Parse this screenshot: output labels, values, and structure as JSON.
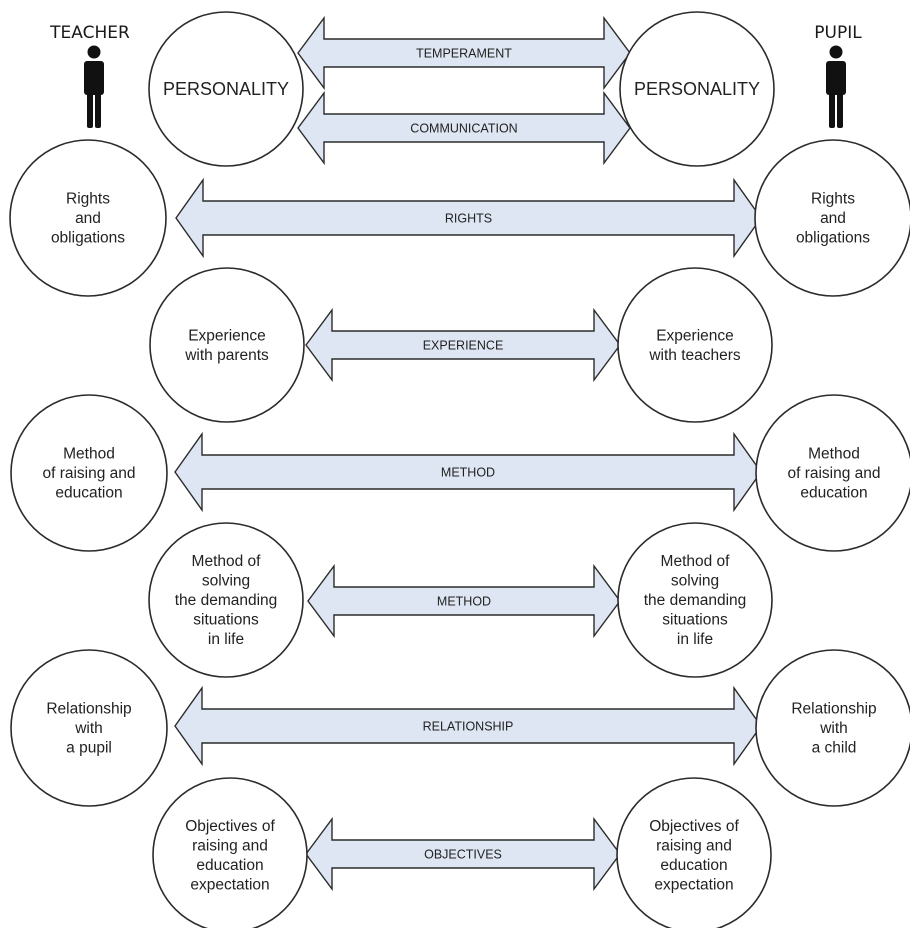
{
  "titles": {
    "teacher": "TEACHER",
    "pupil": "PUPIL"
  },
  "nodes": {
    "teacher_personality": [
      "PERSONALITY"
    ],
    "pupil_personality": [
      "PERSONALITY"
    ],
    "teacher_rights": [
      "Rights",
      "and",
      "obligations"
    ],
    "pupil_rights": [
      "Rights",
      "and",
      "obligations"
    ],
    "teacher_experience": [
      "Experience",
      "with parents"
    ],
    "pupil_experience": [
      "Experience",
      "with teachers"
    ],
    "teacher_method_raising": [
      "Method",
      "of  raising and",
      "education"
    ],
    "pupil_method_raising": [
      "Method",
      "of raising and",
      "education"
    ],
    "teacher_method_solving": [
      "Method of",
      "solving",
      "the demanding",
      "situations",
      "in life"
    ],
    "pupil_method_solving": [
      "Method of",
      "solving",
      "the demanding",
      "situations",
      "in life"
    ],
    "teacher_relationship": [
      "Relationship",
      "with",
      "a pupil"
    ],
    "pupil_relationship": [
      "Relationship",
      "with",
      "a child"
    ],
    "teacher_objectives": [
      "Objectives of",
      "raising and",
      "education",
      "expectation"
    ],
    "pupil_objectives": [
      "Objectives of",
      "raising and",
      "education",
      "expectation"
    ]
  },
  "arrows": {
    "temperament": "TEMPERAMENT",
    "communication": "COMMUNICATION",
    "rights": "RIGHTS",
    "experience": "EXPERIENCE",
    "method_raising": "METHOD",
    "method_solving": "METHOD",
    "relationship": "RELATIONSHIP",
    "objectives": "OBJECTIVES"
  },
  "colors": {
    "arrow_fill": "#dde6f2",
    "outline": "#2b2b2b",
    "person_icon": "#111111"
  },
  "icons": {
    "teacher": "person-icon",
    "pupil": "person-icon"
  }
}
